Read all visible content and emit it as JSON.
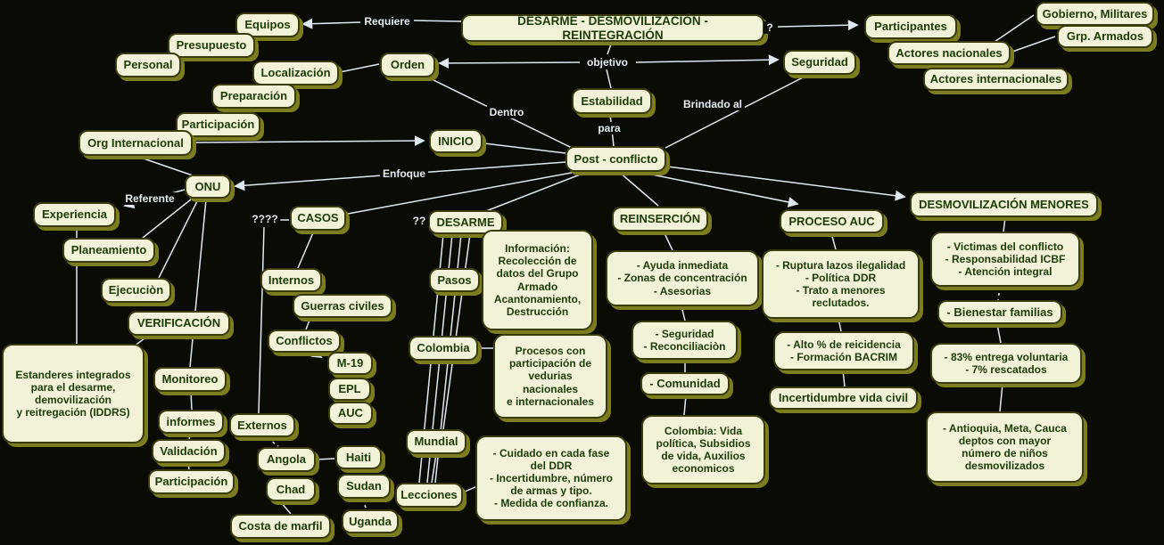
{
  "canvas": {
    "background_color": "#0b0b06",
    "node_fill_color": "#f1f2d8",
    "node_border_color": "#3a3b0d",
    "node_shadow_color": "#7c7d1f",
    "node_text_color": "#1d3a08",
    "line_color": "#dfe8f2"
  },
  "nodes": {
    "title": "DESARME - DESMOVILIZACIÓN - REINTEGRACIÓN",
    "equipos": "Equipos",
    "presupuesto": "Presupuesto",
    "personal": "Personal",
    "localizacion": "Localización",
    "preparacion": "Preparación",
    "participacion_top": "Participación",
    "org_internacional": "Org Internacional",
    "orden": "Orden",
    "estabilidad": "Estabilidad",
    "seguridad": "Seguridad",
    "participantes": "Participantes",
    "gobierno_militares": "Gobierno, Militares",
    "grp_armados": "Grp. Armados",
    "actores_nacionales": "Actores nacionales",
    "actores_internacionales": "Actores internacionales",
    "inicio": "INICIO",
    "post_conflicto": "Post - conflicto",
    "onu": "ONU",
    "experiencia": "Experiencia",
    "planeamiento": "Planeamiento",
    "ejecucion": "Ejecuciòn",
    "verificacion": "VERIFICACIÓN",
    "estanderes_box": "Estanderes integrados\npara el desarme,\ndemovilización\ny reitregación (IDDRS)",
    "monitoreo": "Monitoreo",
    "informes": "informes",
    "validacion": "Validación",
    "participacion_bottom": "Participación",
    "casos": "CASOS",
    "internos": "Internos",
    "guerras_civiles": "Guerras civiles",
    "conflictos": "Conflictos",
    "m19": "M-19",
    "epl": "EPL",
    "auc": "AUC",
    "externos": "Externos",
    "angola": "Angola",
    "chad": "Chad",
    "costa_de_marfil": "Costa de marfil",
    "haiti": "Haiti",
    "sudan": "Sudan",
    "uganda": "Uganda",
    "desarme": "DESARME",
    "pasos": "Pasos",
    "informacion_box": "Información:\nRecolección de\ndatos del Grupo\nArmado\nAcantonamiento,\nDestrucción",
    "colombia": "Colombia",
    "procesos_box": "Procesos con\nparticipación de\nvedurias\nnacionales\ne internacionales",
    "mundial": "Mundial",
    "lecciones": "Lecciones",
    "cuidado_box": "- Cuidado en cada fase\ndel DDR\n- Incertidumbre, número\nde armas y tipo.\n- Medida de confianza.",
    "reinsercion": "REINSERCIÓN",
    "ayuda_box": "- Ayuda inmediata\n- Zonas de concentración\n- Asesorias",
    "seguridad_reconciliacion_box": "- Seguridad\n- Reconciliaciòn",
    "comunidad_box": "- Comunidad",
    "colombia_vida_box": "Colombia: Vida\npolítica, Subsidios\nde vida, Auxilios\neconomicos",
    "proceso_auc": "PROCESO AUC",
    "ruptura_box": "- Ruptura lazos ilegalidad\n- Política DDR\n- Trato a menores\nreclutados.",
    "alto_box": "- Alto % de reicidencia\n- Formación BACRIM",
    "incertidumbre_box": "Incertidumbre vida civil",
    "desmovilizacion_menores": "DESMOVILIZACIÓN MENORES",
    "victimas_box": "- Victimas del conflicto\n- Responsabilidad ICBF\n- Atención integral",
    "bienestar_box": "- Bienestar familias",
    "entrega_box": "- 83% entrega voluntaria\n- 7% rescatados",
    "antioquia_box": "- Antioquia, Meta, Cauca\ndeptos con mayor\nnúmero de niños\ndesmovilizados"
  },
  "edge_labels": {
    "requiere": "Requiere",
    "q_title": "?",
    "objetivo": "objetivo",
    "dentro": "Dentro",
    "para": "para",
    "brindado_al": "Brindado al",
    "enfoque": "Enfoque",
    "referente": "Referente",
    "q_casos": "????",
    "q_desarme": "??"
  }
}
